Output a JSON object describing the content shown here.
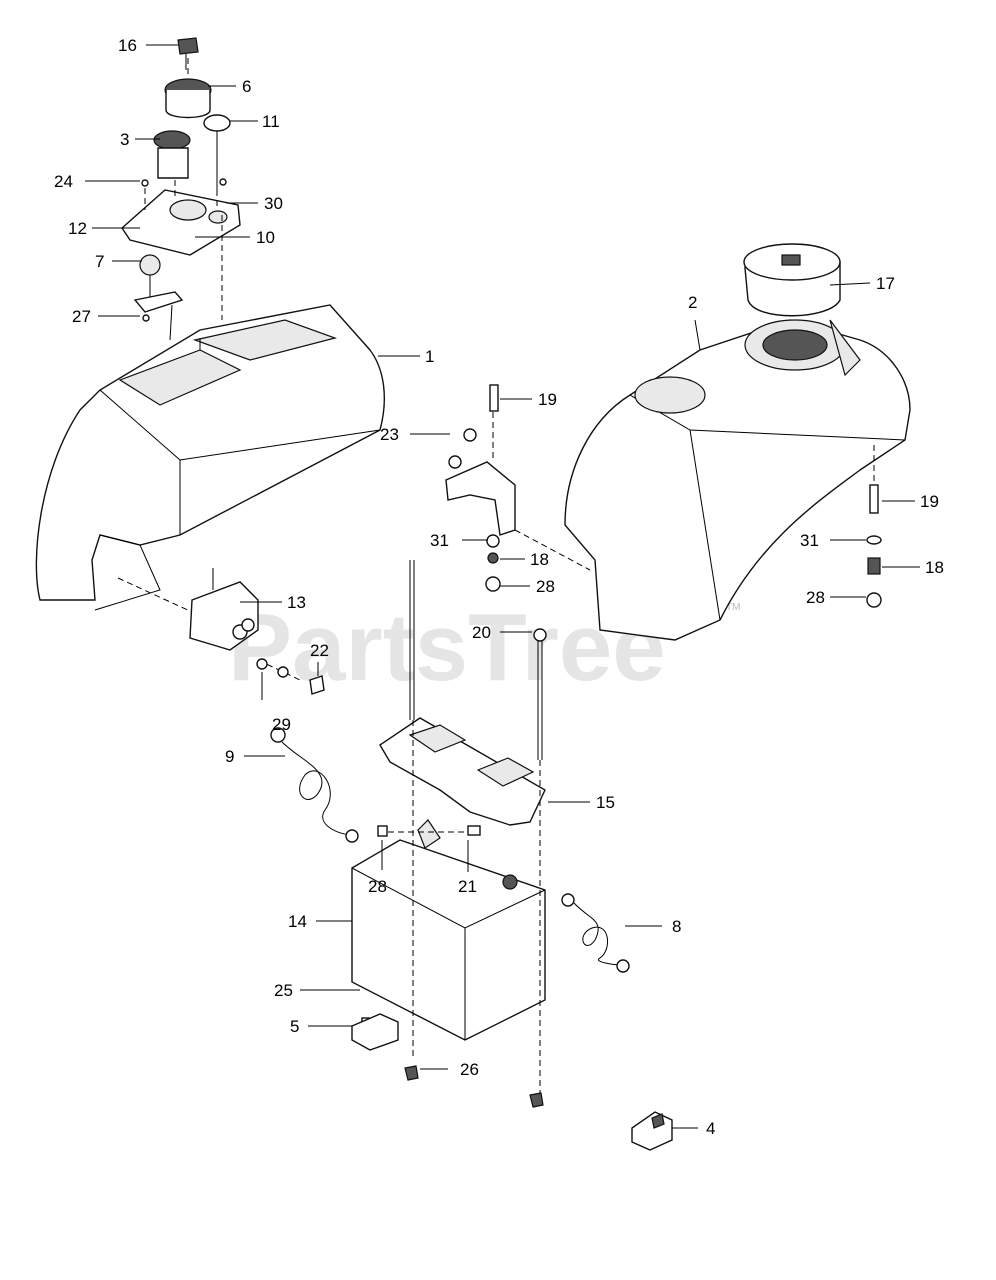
{
  "watermark": {
    "text": "PartsTree",
    "mark": "TM"
  },
  "callouts": [
    {
      "id": "c16",
      "label": "16"
    },
    {
      "id": "c6",
      "label": "6"
    },
    {
      "id": "c11",
      "label": "11"
    },
    {
      "id": "c3",
      "label": "3"
    },
    {
      "id": "c24",
      "label": "24"
    },
    {
      "id": "c30",
      "label": "30"
    },
    {
      "id": "c12",
      "label": "12"
    },
    {
      "id": "c10",
      "label": "10"
    },
    {
      "id": "c7",
      "label": "7"
    },
    {
      "id": "c27",
      "label": "27"
    },
    {
      "id": "c1",
      "label": "1"
    },
    {
      "id": "c2",
      "label": "2"
    },
    {
      "id": "c17",
      "label": "17"
    },
    {
      "id": "c19a",
      "label": "19"
    },
    {
      "id": "c23",
      "label": "23"
    },
    {
      "id": "c31a",
      "label": "31"
    },
    {
      "id": "c18a",
      "label": "18"
    },
    {
      "id": "c28a",
      "label": "28"
    },
    {
      "id": "c19b",
      "label": "19"
    },
    {
      "id": "c31b",
      "label": "31"
    },
    {
      "id": "c18b",
      "label": "18"
    },
    {
      "id": "c28b",
      "label": "28"
    },
    {
      "id": "c13",
      "label": "13"
    },
    {
      "id": "c22",
      "label": "22"
    },
    {
      "id": "c29",
      "label": "29"
    },
    {
      "id": "c20",
      "label": "20"
    },
    {
      "id": "c9",
      "label": "9"
    },
    {
      "id": "c15",
      "label": "15"
    },
    {
      "id": "c28c",
      "label": "28"
    },
    {
      "id": "c21",
      "label": "21"
    },
    {
      "id": "c14",
      "label": "14"
    },
    {
      "id": "c8",
      "label": "8"
    },
    {
      "id": "c25",
      "label": "25"
    },
    {
      "id": "c5",
      "label": "5"
    },
    {
      "id": "c26",
      "label": "26"
    },
    {
      "id": "c4",
      "label": "4"
    }
  ]
}
